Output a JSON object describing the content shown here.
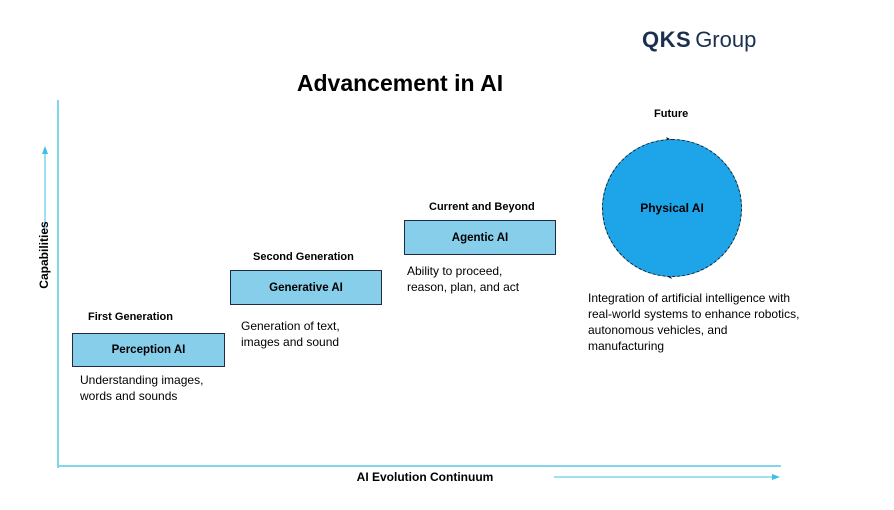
{
  "brand": {
    "name_bold": "QKS",
    "name_regular": "Group"
  },
  "title": "Advancement in AI",
  "axes": {
    "y_label": "Capabilities",
    "x_label": "AI Evolution Continuum"
  },
  "stages": [
    {
      "generation": "First Generation",
      "name": "Perception AI",
      "description": [
        "Understanding images,",
        "words and sounds"
      ]
    },
    {
      "generation": "Second Generation",
      "name": "Generative AI",
      "description": [
        "Generation of text,",
        "images and sound"
      ]
    },
    {
      "generation": "Current and Beyond",
      "name": "Agentic AI",
      "description": [
        "Ability to proceed,",
        "reason, plan, and act"
      ]
    }
  ],
  "future": {
    "label": "Future",
    "name": "Physical AI",
    "description": [
      "Integration of artificial intelligence with",
      "real-world systems to enhance robotics,",
      "autonomous vehicles, and",
      "manufacturing"
    ]
  },
  "colors": {
    "axis": "#7fd6ee",
    "stage_fill": "#87ceeb",
    "future_fill": "#1ea4e9",
    "brand": "#1b2f4f"
  }
}
